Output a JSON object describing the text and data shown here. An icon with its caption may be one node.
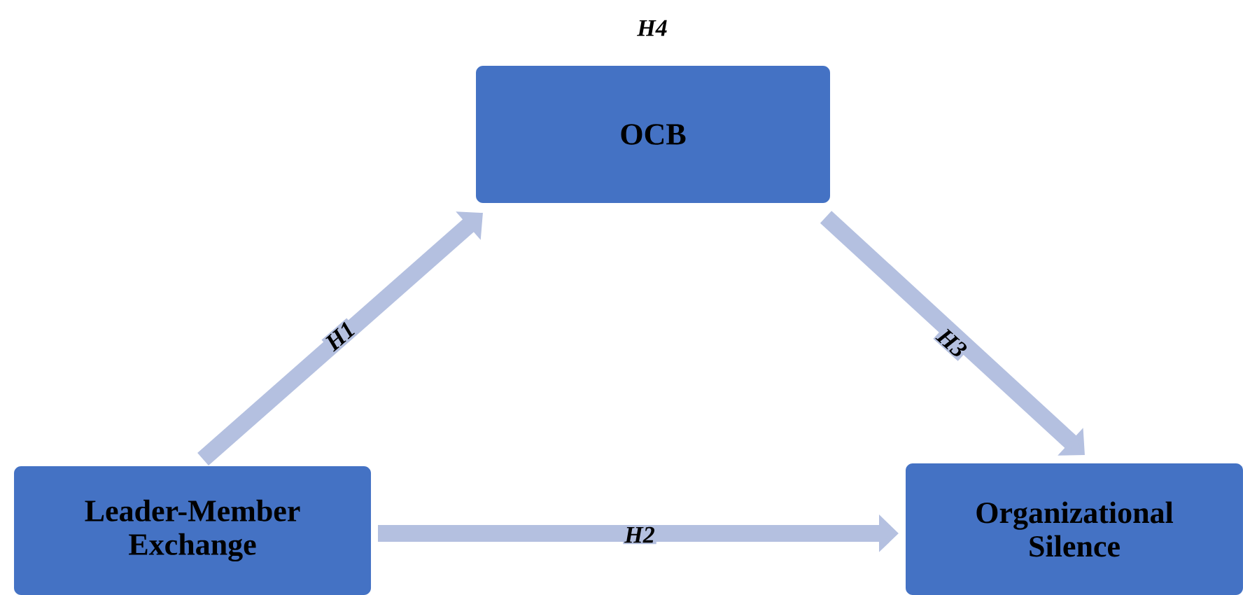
{
  "diagram": {
    "nodes": [
      {
        "text": [
          "OCB"
        ]
      },
      {
        "text": [
          "Leader-Member Exchange"
        ]
      },
      {
        "text": [
          "Organizational Silence"
        ]
      }
    ],
    "edges": [
      {
        "from": 1,
        "to": 0,
        "arrow": "to",
        "label": "H1"
      },
      {
        "from": 1,
        "to": 2,
        "arrow": "to",
        "label": "H2"
      },
      {
        "from": 0,
        "to": 2,
        "arrow": "to",
        "label": "H3"
      }
    ],
    "labels": [
      "H4"
    ]
  }
}
